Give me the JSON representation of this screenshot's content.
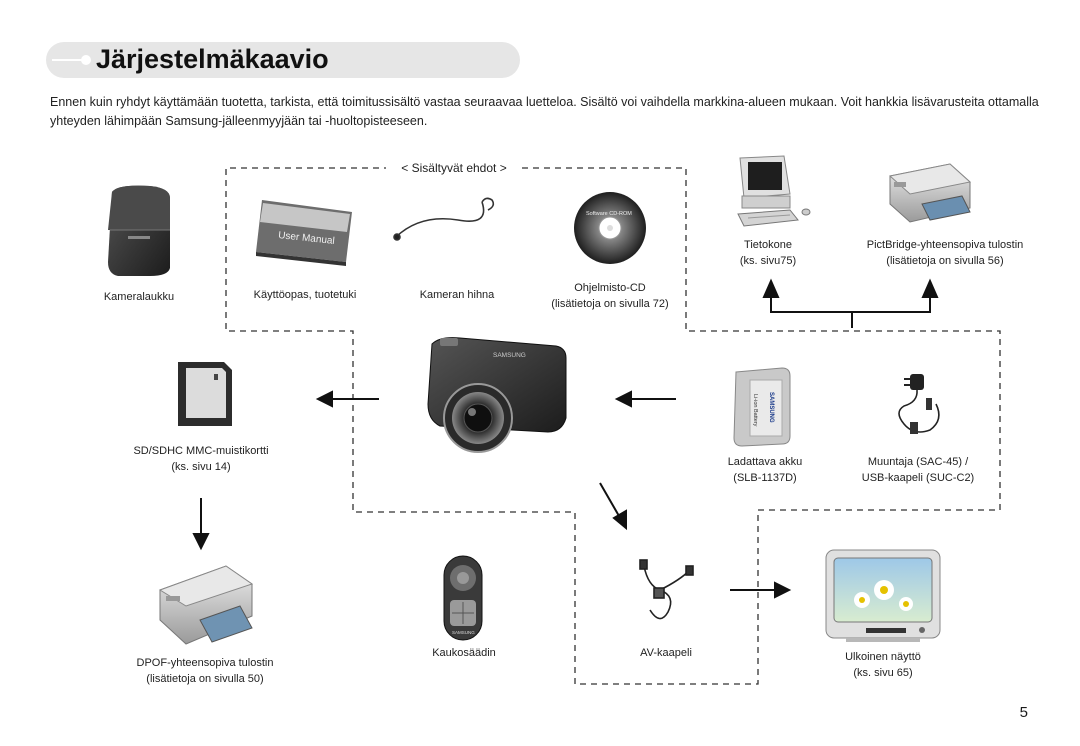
{
  "title": "Järjestelmäkaavio",
  "intro": "Ennen kuin ryhdyt käyttämään tuotetta, tarkista, että toimitussisältö vastaa seuraavaa luetteloa. Sisältö voi vaihdella markkina-alueen mukaan. Voit hankkia lisävarusteita ottamalla yhteyden lähimpään Samsung-jälleenmyyjään tai -huoltopisteeseen.",
  "included_label": "< Sisältyvät ehdot >",
  "items": {
    "case": {
      "line1": "Kameralaukku"
    },
    "manual": {
      "line1": "Käyttöopas, tuotetuki",
      "cover_text": "User Manual"
    },
    "strap": {
      "line1": "Kameran hihna"
    },
    "cd": {
      "line1": "Ohjelmisto-CD",
      "line2": "(lisätietoja on sivulla 72)",
      "disc_text": "Software CD-ROM"
    },
    "computer": {
      "line1": "Tietokone",
      "line2": "(ks. sivu75)"
    },
    "pictbridge": {
      "line1": "PictBridge-yhteensopiva tulostin",
      "line2": "(lisätietoja on sivulla 56)"
    },
    "sdcard": {
      "line1": "SD/SDHC MMC-muistikortti",
      "line2": "(ks. sivu 14)"
    },
    "battery": {
      "line1": "Ladattava akku",
      "line2": "(SLB-1137D)",
      "brand": "SAMSUNG",
      "label_text": "Li-ion Battery"
    },
    "adapter": {
      "line1": "Muuntaja (SAC-45) /",
      "line2": "USB-kaapeli (SUC-C2)"
    },
    "dpof": {
      "line1": "DPOF-yhteensopiva tulostin",
      "line2": "(lisätietoja on sivulla 50)"
    },
    "remote": {
      "line1": "Kaukosäädin",
      "brand": "SAMSUNG"
    },
    "avcable": {
      "line1": "AV-kaapeli"
    },
    "monitor": {
      "line1": "Ulkoinen näyttö",
      "line2": "(ks. sivu 65)"
    },
    "camera": {
      "brand": "SAMSUNG"
    }
  },
  "page_number": "5"
}
